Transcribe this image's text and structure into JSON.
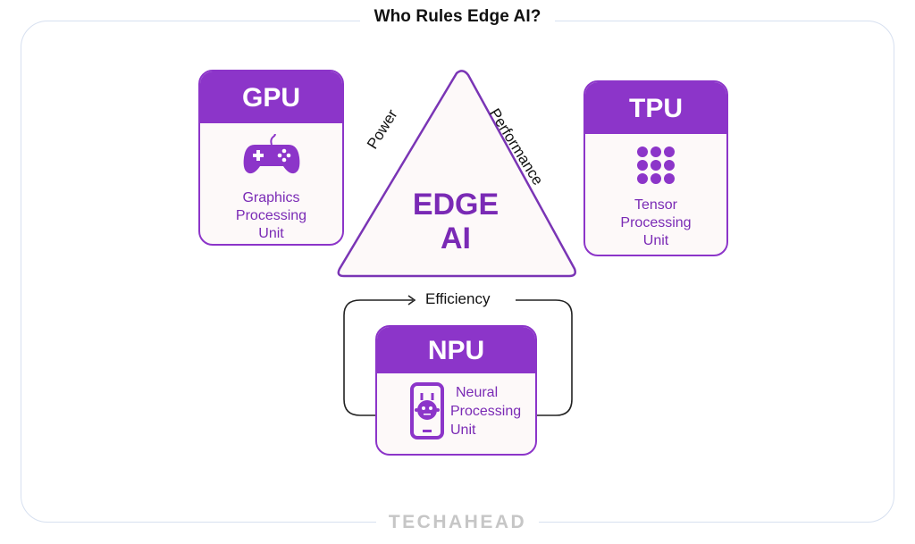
{
  "title": "Who Rules Edge AI?",
  "footer_brand": "TECHAHEAD",
  "colors": {
    "accent": "#8c35c9",
    "accent_text": "#7a2ab5",
    "frame": "#d7e0f0",
    "brand_gray": "#c6c6c6"
  },
  "center": {
    "line1": "EDGE",
    "line2": "AI"
  },
  "triangle_sides": {
    "left": "Power",
    "right": "Performance",
    "bottom_loop": "Efficiency"
  },
  "cards": {
    "gpu": {
      "title": "GPU",
      "icon": "gamepad-icon",
      "desc": [
        "Graphics",
        "Processing",
        "Unit"
      ]
    },
    "tpu": {
      "title": "TPU",
      "icon": "dot-grid-icon",
      "desc": [
        "Tensor",
        "Processing",
        "Unit"
      ]
    },
    "npu": {
      "title": "NPU",
      "icon": "phone-robot-icon",
      "desc": [
        "Neural",
        "Processing",
        "Unit"
      ]
    }
  }
}
